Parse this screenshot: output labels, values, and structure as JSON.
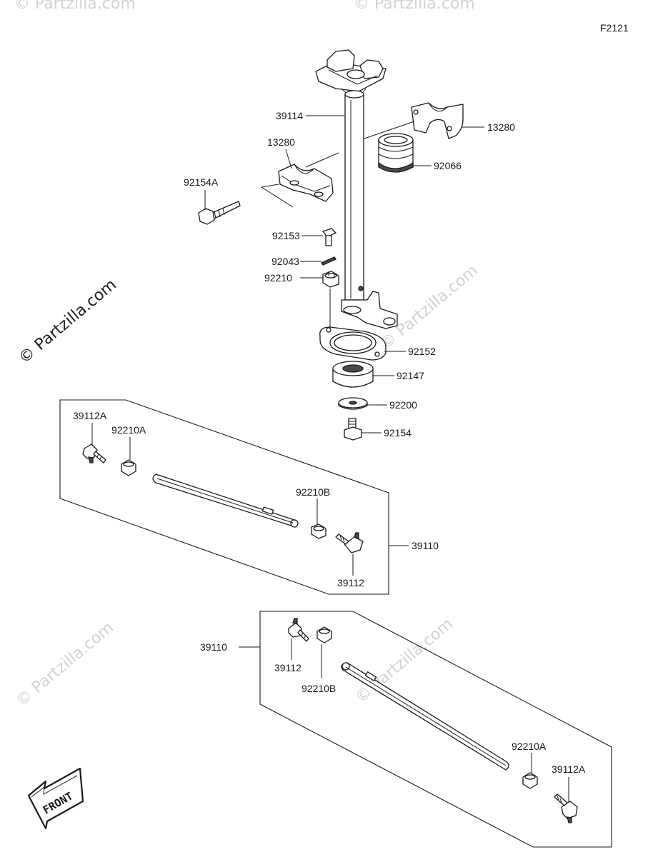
{
  "figure_code": "F2121",
  "watermark": "© Partzilla.com",
  "front_label": "FRONT",
  "parts": {
    "steering_shaft": "39114",
    "clamp_upper": "13280",
    "clamp_lower": "13280",
    "bushing": "92066",
    "bolt_long": "92154A",
    "bolt_small": "92153",
    "cotter_pin": "92043",
    "castle_nut": "92210",
    "oil_seal": "92152",
    "bearing": "92147",
    "washer": "92200",
    "bolt_bottom": "92154"
  },
  "assembly_1": {
    "tie_rod": "39110",
    "tie_rod_end_a": "39112A",
    "nut_a": "92210A",
    "nut_b": "92210B",
    "tie_rod_end": "39112"
  },
  "assembly_2": {
    "tie_rod": "39110",
    "tie_rod_end": "39112",
    "nut_b": "92210B",
    "nut_a": "92210A",
    "tie_rod_end_a": "39112A"
  }
}
